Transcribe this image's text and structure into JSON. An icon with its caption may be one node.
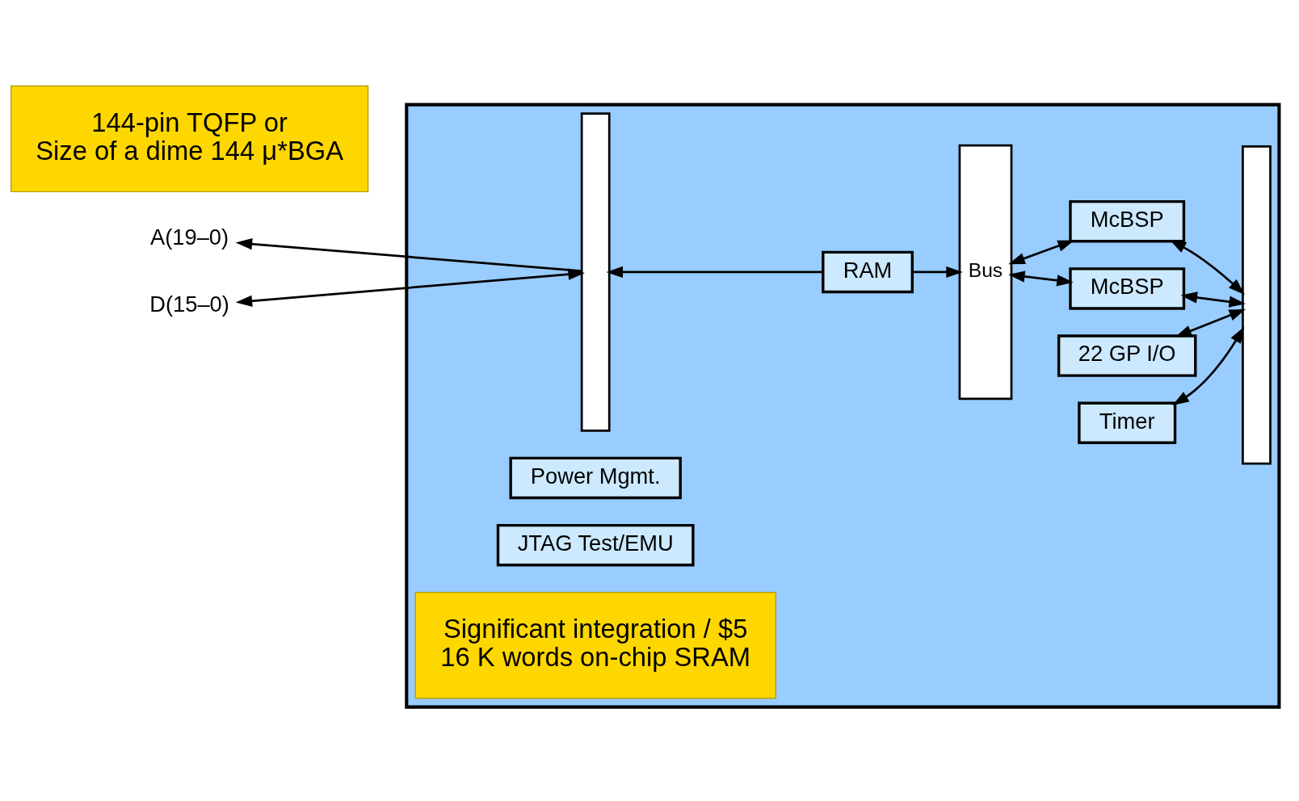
{
  "diagram": {
    "nodes": [
      {
        "text": [],
        "shape": "box"
      },
      {
        "text": [
          "A(19–0)"
        ]
      },
      {
        "text": [
          "D(15–0)"
        ]
      },
      {
        "text": [],
        "shape": "bar",
        "in": 0
      },
      {
        "text": [
          "RAM"
        ],
        "in": 0
      },
      {
        "text": [
          "Bus"
        ],
        "in": 0
      },
      {
        "text": [
          "22 GP I/O"
        ],
        "in": 0
      },
      {
        "text": [
          "McBSP"
        ],
        "in": 0
      },
      {
        "text": [
          "McBSP"
        ],
        "in": 0
      },
      {
        "text": [
          "Timer"
        ],
        "in": 0
      },
      {
        "text": [],
        "shape": "bar",
        "in": 0
      },
      {
        "text": [
          "Power Mgmt."
        ],
        "in": 0
      },
      {
        "text": [
          "JTAG Test/EMU"
        ],
        "in": 0
      },
      {
        "text": [
          "Significant integration / $5",
          "16 K words on-chip SRAM"
        ],
        "in": 0
      },
      {
        "text": [
          "144-pin TQFP or",
          "Size of a dime 144 μ*BGA"
        ]
      }
    ],
    "edges": [
      {
        "from": 3,
        "to": 1,
        "arrow": "to"
      },
      {
        "from": 2,
        "to": 3,
        "arrow": "both"
      },
      {
        "from": 4,
        "to": 3,
        "arrow": "to"
      },
      {
        "from": 4,
        "to": 5,
        "arrow": "to"
      },
      {
        "from": 5,
        "to": 7,
        "arrow": "both"
      },
      {
        "from": 5,
        "to": 8,
        "arrow": "both"
      },
      {
        "from": 6,
        "to": 10,
        "arrow": "both"
      },
      {
        "from": 7,
        "to": 10,
        "arrow": "both"
      },
      {
        "from": 8,
        "to": 10,
        "arrow": "both"
      },
      {
        "from": 9,
        "to": 10,
        "arrow": "both"
      }
    ]
  }
}
